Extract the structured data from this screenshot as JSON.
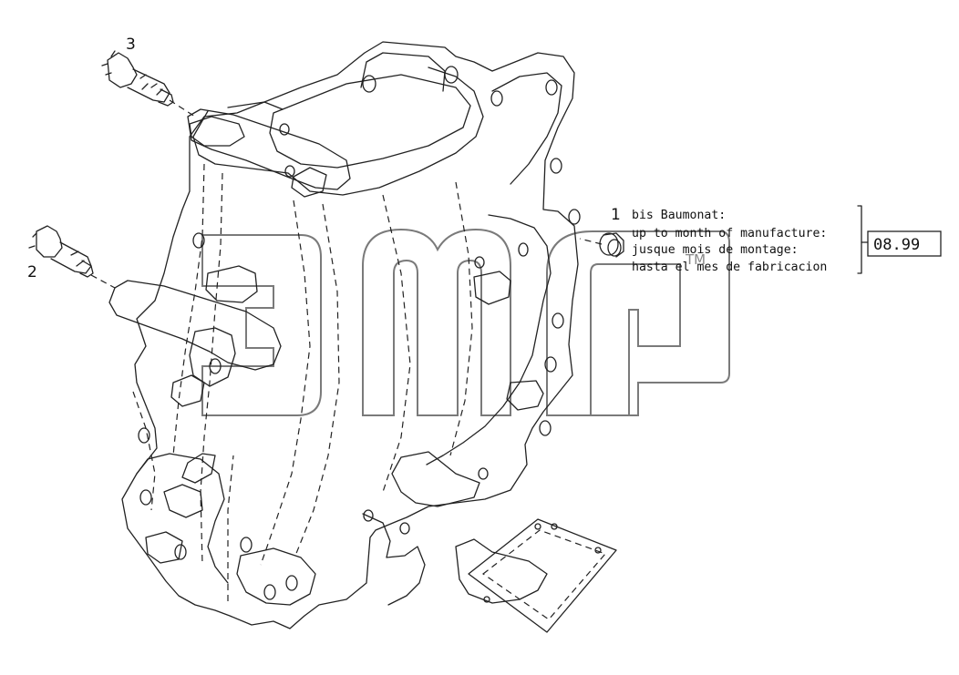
{
  "callouts": [
    {
      "id": "1",
      "label": "1"
    },
    {
      "id": "2",
      "label": "2"
    },
    {
      "id": "3",
      "label": "3"
    }
  ],
  "note": {
    "lines": [
      "bis Baumonat:",
      "up to month of manufacture:",
      "jusque mois de montage:",
      "hasta el mes de fabricacion"
    ],
    "date": "08.99"
  },
  "watermark": {
    "tm": "TM"
  }
}
